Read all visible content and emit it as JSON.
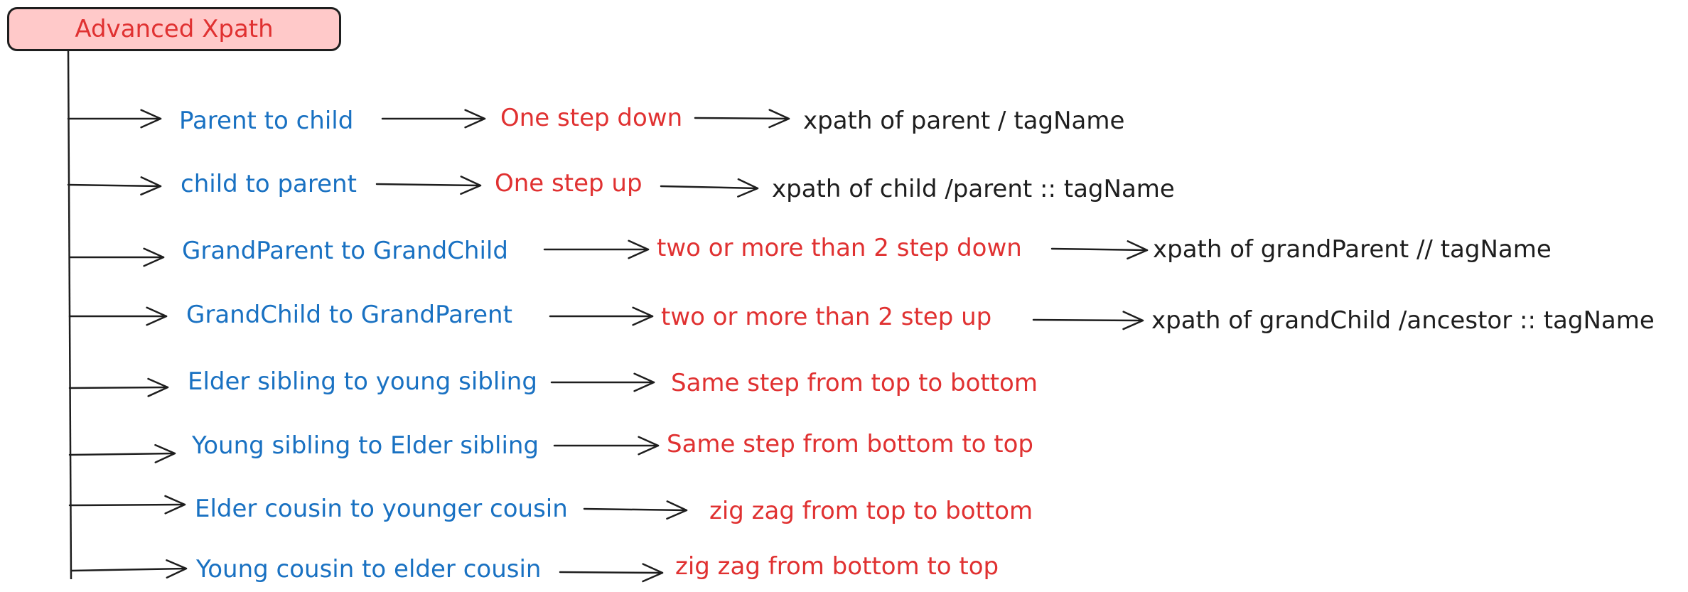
{
  "title": "Advanced Xpath",
  "colors": {
    "relation": "#1971c2",
    "steps": "#e03131",
    "syntax": "#1e1e1e",
    "title_fill": "#ffc9c9",
    "stroke": "#1e1e1e"
  },
  "rows": [
    {
      "relation": "Parent to child",
      "steps": "One step down",
      "syntax": "xpath of parent / tagName"
    },
    {
      "relation": "child to parent",
      "steps": "One step up",
      "syntax": "xpath of child /parent :: tagName"
    },
    {
      "relation": "GrandParent to GrandChild",
      "steps": "two or more than 2 step down",
      "syntax": "xpath of grandParent // tagName"
    },
    {
      "relation": "GrandChild to GrandParent",
      "steps": "two or more than 2 step up",
      "syntax": "xpath of grandChild /ancestor :: tagName"
    },
    {
      "relation": "Elder sibling to young sibling",
      "steps": "Same step from top to bottom"
    },
    {
      "relation": "Young sibling to Elder sibling",
      "steps": "Same step from bottom to top"
    },
    {
      "relation": "Elder cousin to younger cousin",
      "steps": "zig zag from top to bottom"
    },
    {
      "relation": "Young cousin to elder cousin",
      "steps": "zig zag from bottom to top"
    }
  ]
}
